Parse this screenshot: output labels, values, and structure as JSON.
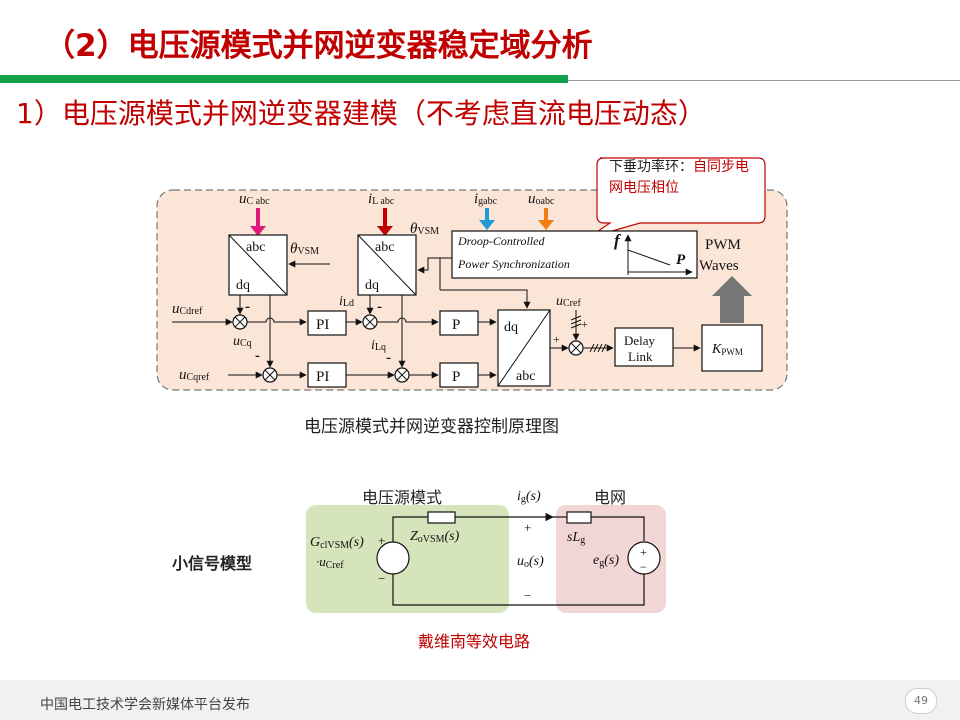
{
  "title": "（2）电压源模式并网逆变器稳定域分析",
  "subtitle": "1）电压源模式并网逆变器建模（不考虑直流电压动态）",
  "control_diagram": {
    "caption": "电压源模式并网逆变器控制原理图",
    "callout": {
      "prefix": "下垂功率环：",
      "highlight": "自同步电网电压相位"
    },
    "transform_in": {
      "top": "abc",
      "bottom": "dq"
    },
    "transform_out": {
      "top": "dq",
      "bottom": "abc"
    },
    "pi_label": "PI",
    "p_label": "P",
    "droop_line1": "Droop-Controlled",
    "droop_line2": "Power Synchronization",
    "droop_f": "f",
    "droop_p": "P",
    "pwm_line1": "PWM",
    "pwm_line2": "Waves",
    "delay_line1": "Delay",
    "delay_line2": "Link",
    "kpwm_main": "K",
    "kpwm_sub": "PWM",
    "signals": {
      "u_cabc": {
        "main": "u",
        "sub": "C abc"
      },
      "i_labc": {
        "main": "i",
        "sub": "L abc"
      },
      "i_gabc": {
        "main": "i",
        "sub": "gabc"
      },
      "u_oabc": {
        "main": "u",
        "sub": "oabc"
      },
      "theta_vsm_1": {
        "main": "θ",
        "sub": "VSM"
      },
      "theta_vsm_2": {
        "main": "θ",
        "sub": "VSM"
      },
      "u_cdref": {
        "main": "u",
        "sub": "Cdref"
      },
      "u_cqref": {
        "main": "u",
        "sub": "Cqref"
      },
      "u_cq": {
        "main": "u",
        "sub": "Cq"
      },
      "i_ld": {
        "main": "i",
        "sub": "Ld"
      },
      "i_lq": {
        "main": "i",
        "sub": "Lq"
      },
      "u_cref": {
        "main": "u",
        "sub": "Cref"
      }
    },
    "signs": {
      "minus": "-",
      "plus": "+"
    }
  },
  "small_signal": {
    "label": "小信号模型",
    "voltage_source_label": "电压源模式",
    "grid_label": "电网",
    "caption": "戴维南等效电路",
    "g_expr": "G",
    "g_sub": "clVSM",
    "s_arg": "(s)",
    "dot_u": "·u",
    "u_sub": "Cref",
    "z_expr": "Z",
    "z_sub": "oVSM",
    "ig_main": "i",
    "ig_sub": "g",
    "uo_main": "u",
    "uo_sub": "o",
    "slg_main": "sL",
    "slg_sub": "g",
    "eg_main": "e",
    "eg_sub": "g",
    "plus": "+",
    "minus": "−"
  },
  "footer": {
    "text": "中国电工技术学会新媒体平台发布",
    "page": "49"
  }
}
